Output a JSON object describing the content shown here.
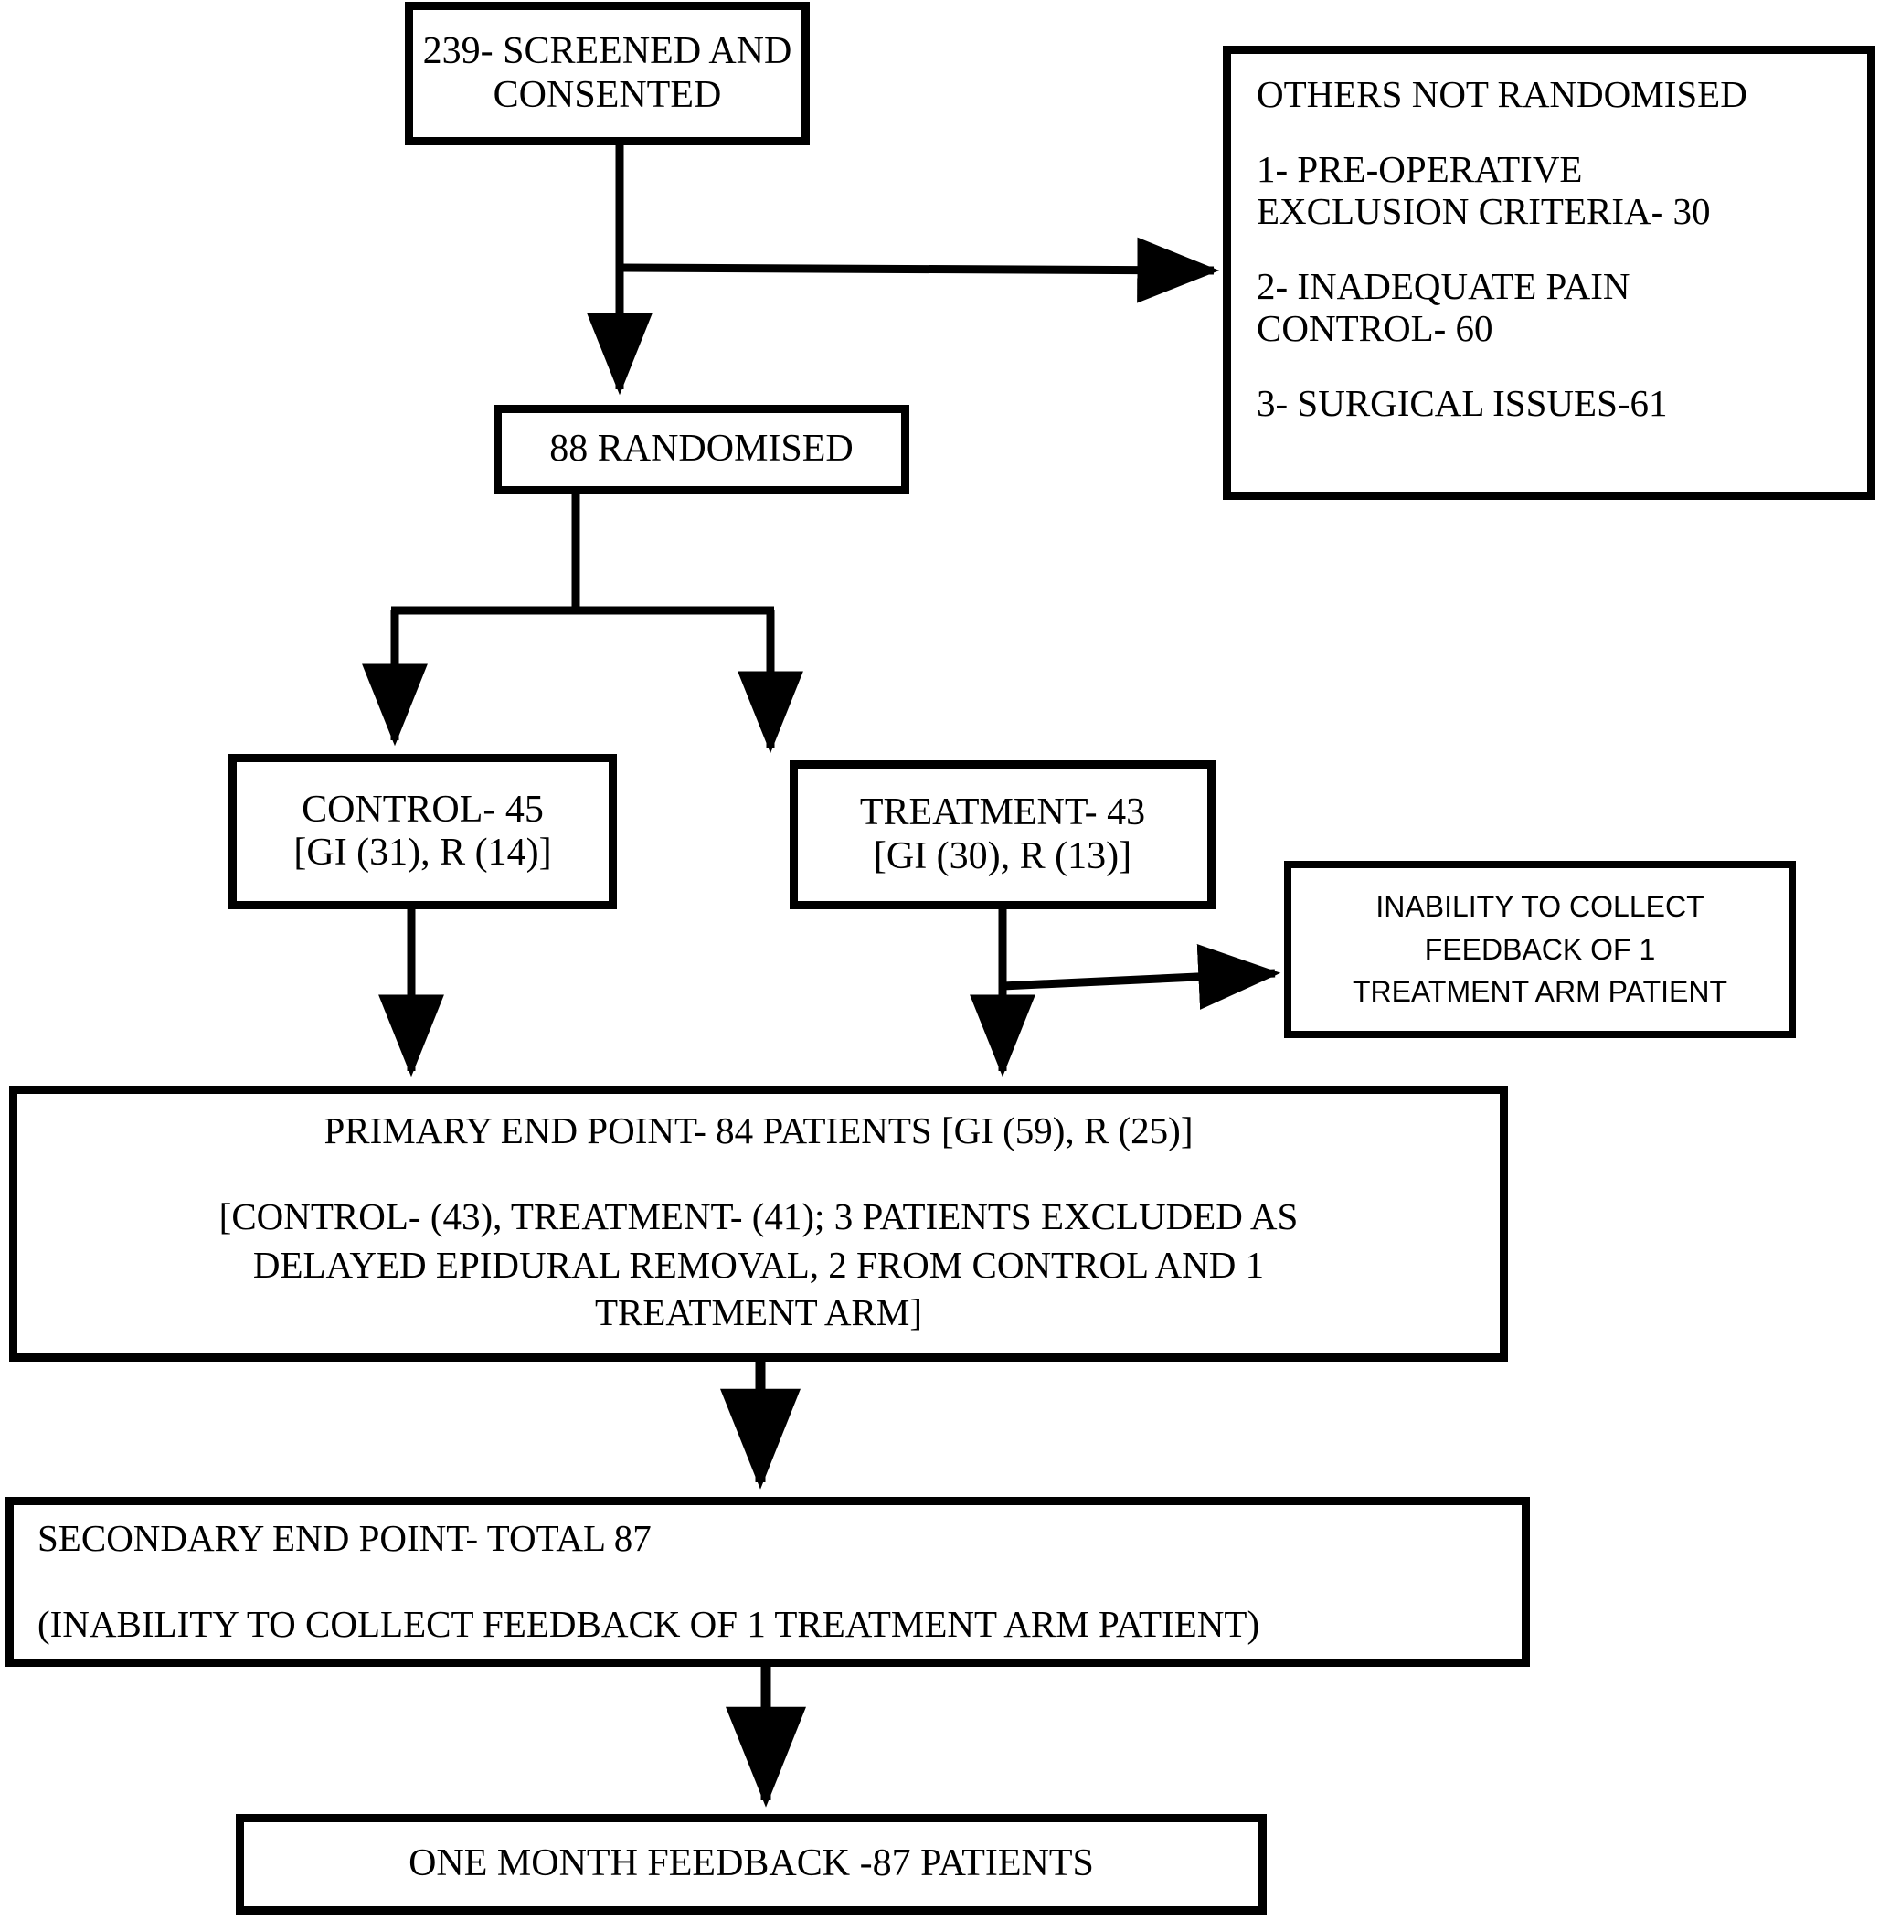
{
  "chart_data": {
    "type": "diagram",
    "title": "CONSORT patient flow diagram",
    "nodes": [
      {
        "id": "screened",
        "text": "239- SCREENED AND CONSENTED",
        "count": 239
      },
      {
        "id": "not_randomised",
        "text": "OTHERS NOT RANDOMISED",
        "items": [
          {
            "label": "1- PRE-OPERATIVE EXCLUSION CRITERIA- 30",
            "value": 30
          },
          {
            "label": "2- INADEQUATE PAIN CONTROL- 60",
            "value": 60
          },
          {
            "label": "3- SURGICAL ISSUES-61",
            "value": 61
          }
        ]
      },
      {
        "id": "randomised",
        "text": "88 RANDOMISED",
        "count": 88
      },
      {
        "id": "control",
        "text": "CONTROL- 45 [GI (31), R (14)]",
        "count": 45,
        "gi": 31,
        "r": 14
      },
      {
        "id": "treatment",
        "text": "TREATMENT- 43 [GI (30), R (13)]",
        "count": 43,
        "gi": 30,
        "r": 13
      },
      {
        "id": "inability",
        "text": "INABILITY TO COLLECT FEEDBACK OF 1 TREATMENT ARM PATIENT",
        "count": 1
      },
      {
        "id": "primary",
        "text": "PRIMARY END POINT- 84 PATIENTS [GI (59), R (25)]",
        "count": 84,
        "gi": 59,
        "r": 25
      },
      {
        "id": "secondary",
        "text": "SECONDARY END POINT- TOTAL 87",
        "count": 87
      },
      {
        "id": "feedback",
        "text": "ONE MONTH FEEDBACK -87 PATIENTS",
        "count": 87
      }
    ],
    "edges": [
      {
        "from": "screened",
        "to": "not_randomised"
      },
      {
        "from": "screened",
        "to": "randomised"
      },
      {
        "from": "randomised",
        "to": "control"
      },
      {
        "from": "randomised",
        "to": "treatment"
      },
      {
        "from": "treatment",
        "to": "inability"
      },
      {
        "from": "control",
        "to": "primary"
      },
      {
        "from": "treatment",
        "to": "primary"
      },
      {
        "from": "primary",
        "to": "secondary"
      },
      {
        "from": "secondary",
        "to": "feedback"
      }
    ],
    "colors": {
      "stroke": "#000000",
      "fill": "#ffffff",
      "text": "#000000"
    }
  },
  "screened": {
    "line1": "239- SCREENED AND",
    "line2": "CONSENTED"
  },
  "not_randomised": {
    "heading": "OTHERS NOT RANDOMISED",
    "item1": "1- PRE-OPERATIVE\nEXCLUSION CRITERIA- 30",
    "item2": "2- INADEQUATE PAIN\nCONTROL- 60",
    "item3": "3- SURGICAL ISSUES-61"
  },
  "randomised": {
    "label": "88 RANDOMISED"
  },
  "control": {
    "line1": "CONTROL- 45",
    "line2": "[GI (31), R (14)]"
  },
  "treatment": {
    "line1": "TREATMENT- 43",
    "line2": "[GI (30), R (13)]"
  },
  "inability": {
    "text": "INABILITY TO COLLECT\nFEEDBACK OF 1\nTREATMENT ARM PATIENT"
  },
  "primary": {
    "line1": "PRIMARY END POINT- 84 PATIENTS [GI (59), R (25)]",
    "line2": "[CONTROL- (43), TREATMENT- (41); 3 PATIENTS EXCLUDED AS\nDELAYED EPIDURAL REMOVAL, 2 FROM CONTROL AND 1\nTREATMENT ARM]"
  },
  "secondary": {
    "line1": "SECONDARY END POINT- TOTAL 87",
    "line2": "(INABILITY TO COLLECT FEEDBACK OF 1 TREATMENT ARM PATIENT)"
  },
  "feedback": {
    "label": "ONE MONTH FEEDBACK -87 PATIENTS"
  }
}
